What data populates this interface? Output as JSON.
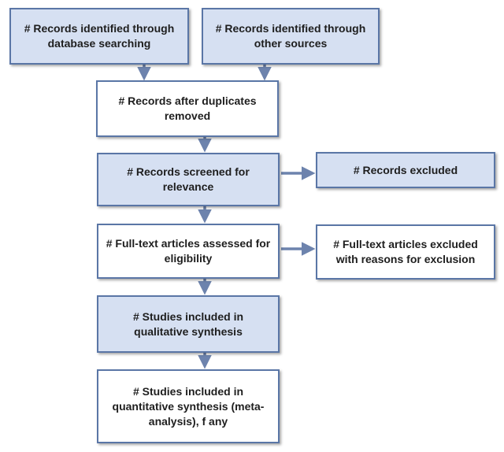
{
  "flowchart": {
    "identified_database": "# Records identified through database searching",
    "identified_other": "# Records identified through other sources",
    "after_duplicates": "# Records after duplicates removed",
    "screened": "# Records screened for relevance",
    "excluded": "# Records excluded",
    "fulltext_assessed": "# Full-text articles assessed for eligibility",
    "fulltext_excluded": "# Full-text articles excluded with reasons for exclusion",
    "qualitative": "# Studies included in qualitative synthesis",
    "quantitative": "# Studies included in quantitative synthesis (meta-analysis), f any"
  },
  "colors": {
    "border": "#5a76a6",
    "shaded_fill": "#d6e0f2",
    "plain_fill": "#ffffff",
    "arrow": "#6d83ad",
    "text": "#1e1e1e"
  }
}
